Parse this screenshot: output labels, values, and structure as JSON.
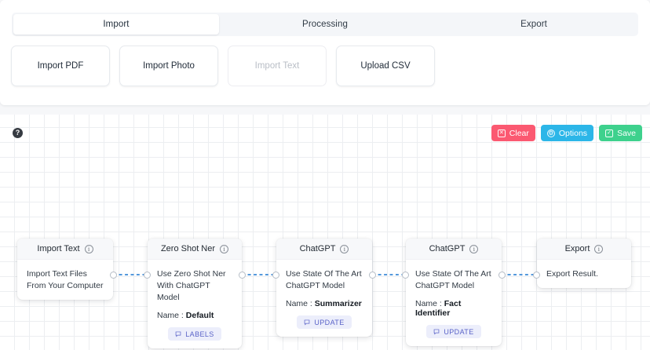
{
  "tabs": [
    {
      "label": "Import",
      "active": true
    },
    {
      "label": "Processing",
      "active": false
    },
    {
      "label": "Export",
      "active": false
    }
  ],
  "import_buttons": [
    {
      "label": "Import PDF",
      "disabled": false
    },
    {
      "label": "Import Photo",
      "disabled": false
    },
    {
      "label": "Import Text",
      "disabled": true
    },
    {
      "label": "Upload CSV",
      "disabled": false
    }
  ],
  "canvas": {
    "help_label": "?",
    "toolbar": [
      {
        "label": "Clear",
        "icon": "square-x-icon",
        "glyph": "✕",
        "color": "#fb5971",
        "round": false
      },
      {
        "label": "Options",
        "icon": "gear-icon",
        "glyph": "⚙",
        "color": "#2cb6e8",
        "round": true
      },
      {
        "label": "Save",
        "icon": "square-check-icon",
        "glyph": "✓",
        "color": "#3ed18d",
        "round": false
      }
    ]
  },
  "nodes": [
    {
      "title": "Import Text",
      "info": "i",
      "desc": "Import Text Files From Your Computer",
      "name_label": "",
      "name_value": "",
      "action": "",
      "has_action": false,
      "ports": {
        "left": false,
        "right": true
      }
    },
    {
      "title": "Zero Shot Ner",
      "info": "i",
      "desc": "Use Zero Shot Ner With ChatGPT Model",
      "name_label": "Name :",
      "name_value": "Default",
      "action": "LABELS",
      "has_action": true,
      "ports": {
        "left": true,
        "right": true
      }
    },
    {
      "title": "ChatGPT",
      "info": "i",
      "desc": "Use State Of The Art ChatGPT Model",
      "name_label": "Name :",
      "name_value": "Summarizer",
      "action": "UPDATE",
      "has_action": true,
      "ports": {
        "left": true,
        "right": true
      }
    },
    {
      "title": "ChatGPT",
      "info": "i",
      "desc": "Use State Of The Art ChatGPT Model",
      "name_label": "Name :",
      "name_value": "Fact Identifier",
      "action": "UPDATE",
      "has_action": true,
      "ports": {
        "left": true,
        "right": true
      }
    },
    {
      "title": "Export",
      "info": "i",
      "desc": "Export Result.",
      "name_label": "",
      "name_value": "",
      "action": "",
      "has_action": false,
      "ports": {
        "left": true,
        "right": false
      }
    }
  ],
  "edge_color": "#3d8bd8"
}
